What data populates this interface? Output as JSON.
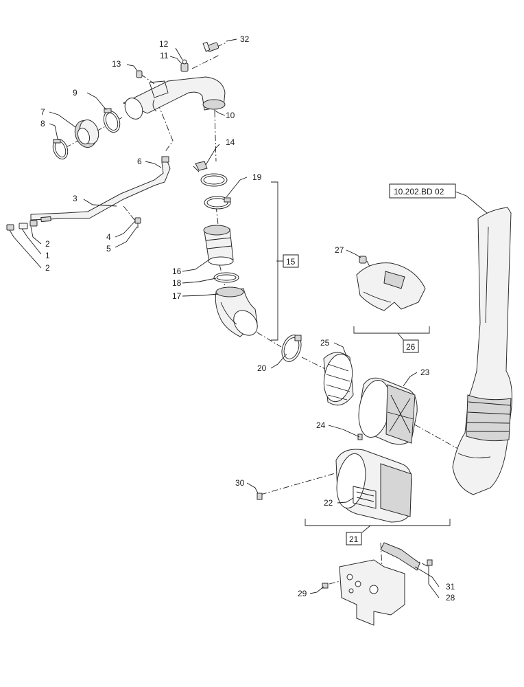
{
  "callouts": {
    "c1": "1",
    "c2a": "2",
    "c2b": "2",
    "c3": "3",
    "c4": "4",
    "c5": "5",
    "c6": "6",
    "c7": "7",
    "c8": "8",
    "c9": "9",
    "c10": "10",
    "c11": "11",
    "c12": "12",
    "c13": "13",
    "c14": "14",
    "c16": "16",
    "c17": "17",
    "c18": "18",
    "c19": "19",
    "c20": "20",
    "c22": "22",
    "c23": "23",
    "c24": "24",
    "c25": "25",
    "c27": "27",
    "c28": "28",
    "c29": "29",
    "c30": "30",
    "c31": "31",
    "c32": "32"
  },
  "assemblies": {
    "a15": "15",
    "a21": "21",
    "a26": "26"
  },
  "reference": "10.202.BD 02"
}
